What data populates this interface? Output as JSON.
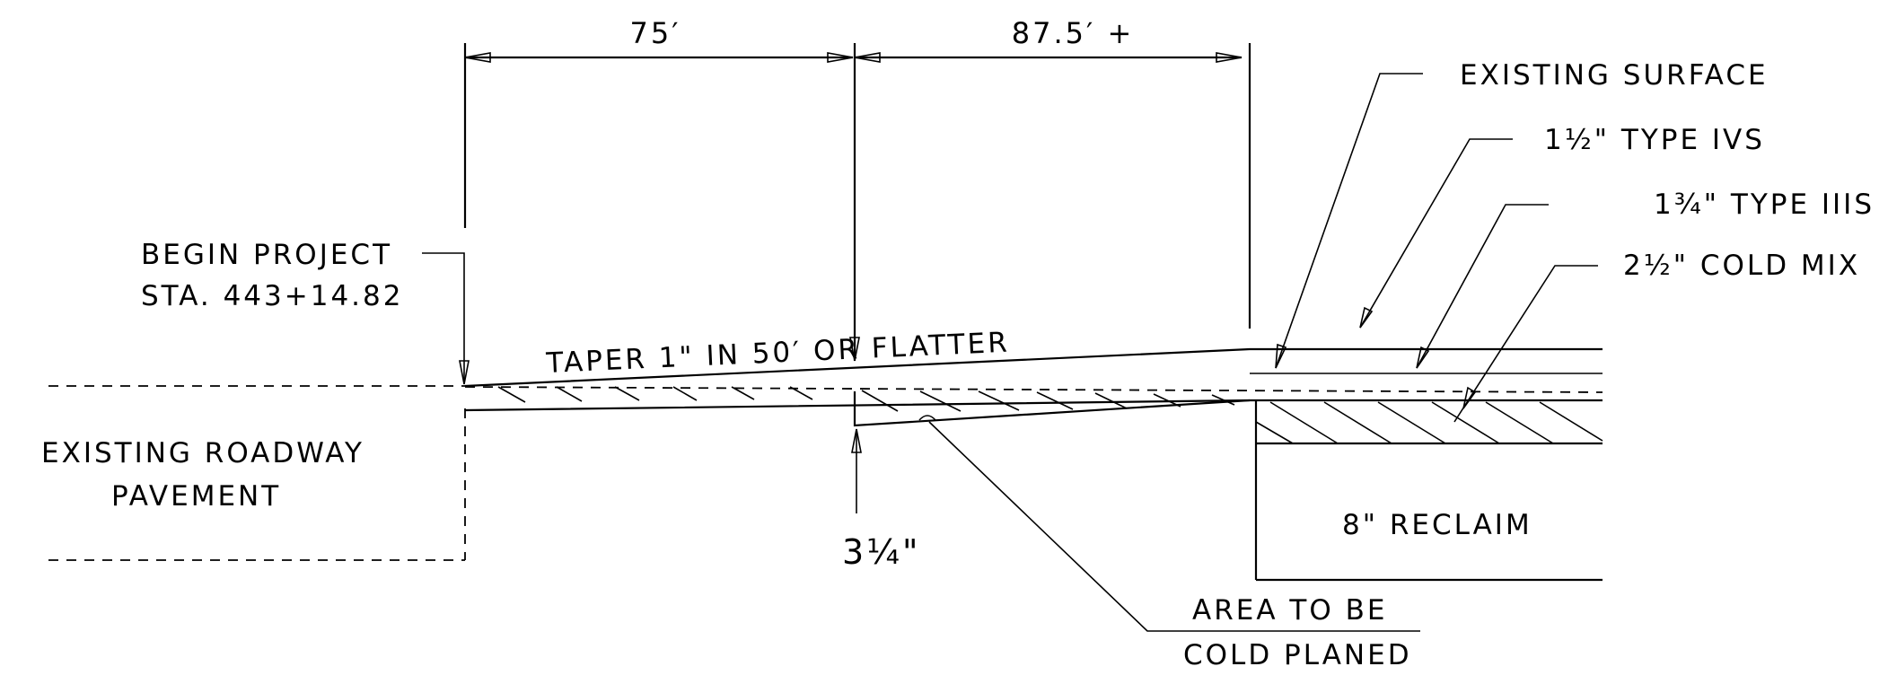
{
  "dimensions": {
    "taper_length": "75′",
    "transition_length": "87.5′ +"
  },
  "labels": {
    "begin_project_line1": "BEGIN PROJECT",
    "begin_project_line2": "STA. 443+14.82",
    "existing_pavement_line1": "EXISTING ROADWAY",
    "existing_pavement_line2": "PAVEMENT",
    "taper_note": "TAPER 1\" IN 50′ OR FLATTER",
    "cold_plane_depth": "3¼\"",
    "area_note_line1": "AREA TO BE",
    "area_note_line2": "COLD PLANED",
    "reclaim": "8\" RECLAIM"
  },
  "layers": [
    {
      "key": "existing_surface",
      "text": "EXISTING SURFACE"
    },
    {
      "key": "type_ivs",
      "text": "1½\" TYPE IVS"
    },
    {
      "key": "type_iiis",
      "text": "1¾\" TYPE IIIS"
    },
    {
      "key": "cold_mix",
      "text": "2½\" COLD MIX"
    }
  ]
}
